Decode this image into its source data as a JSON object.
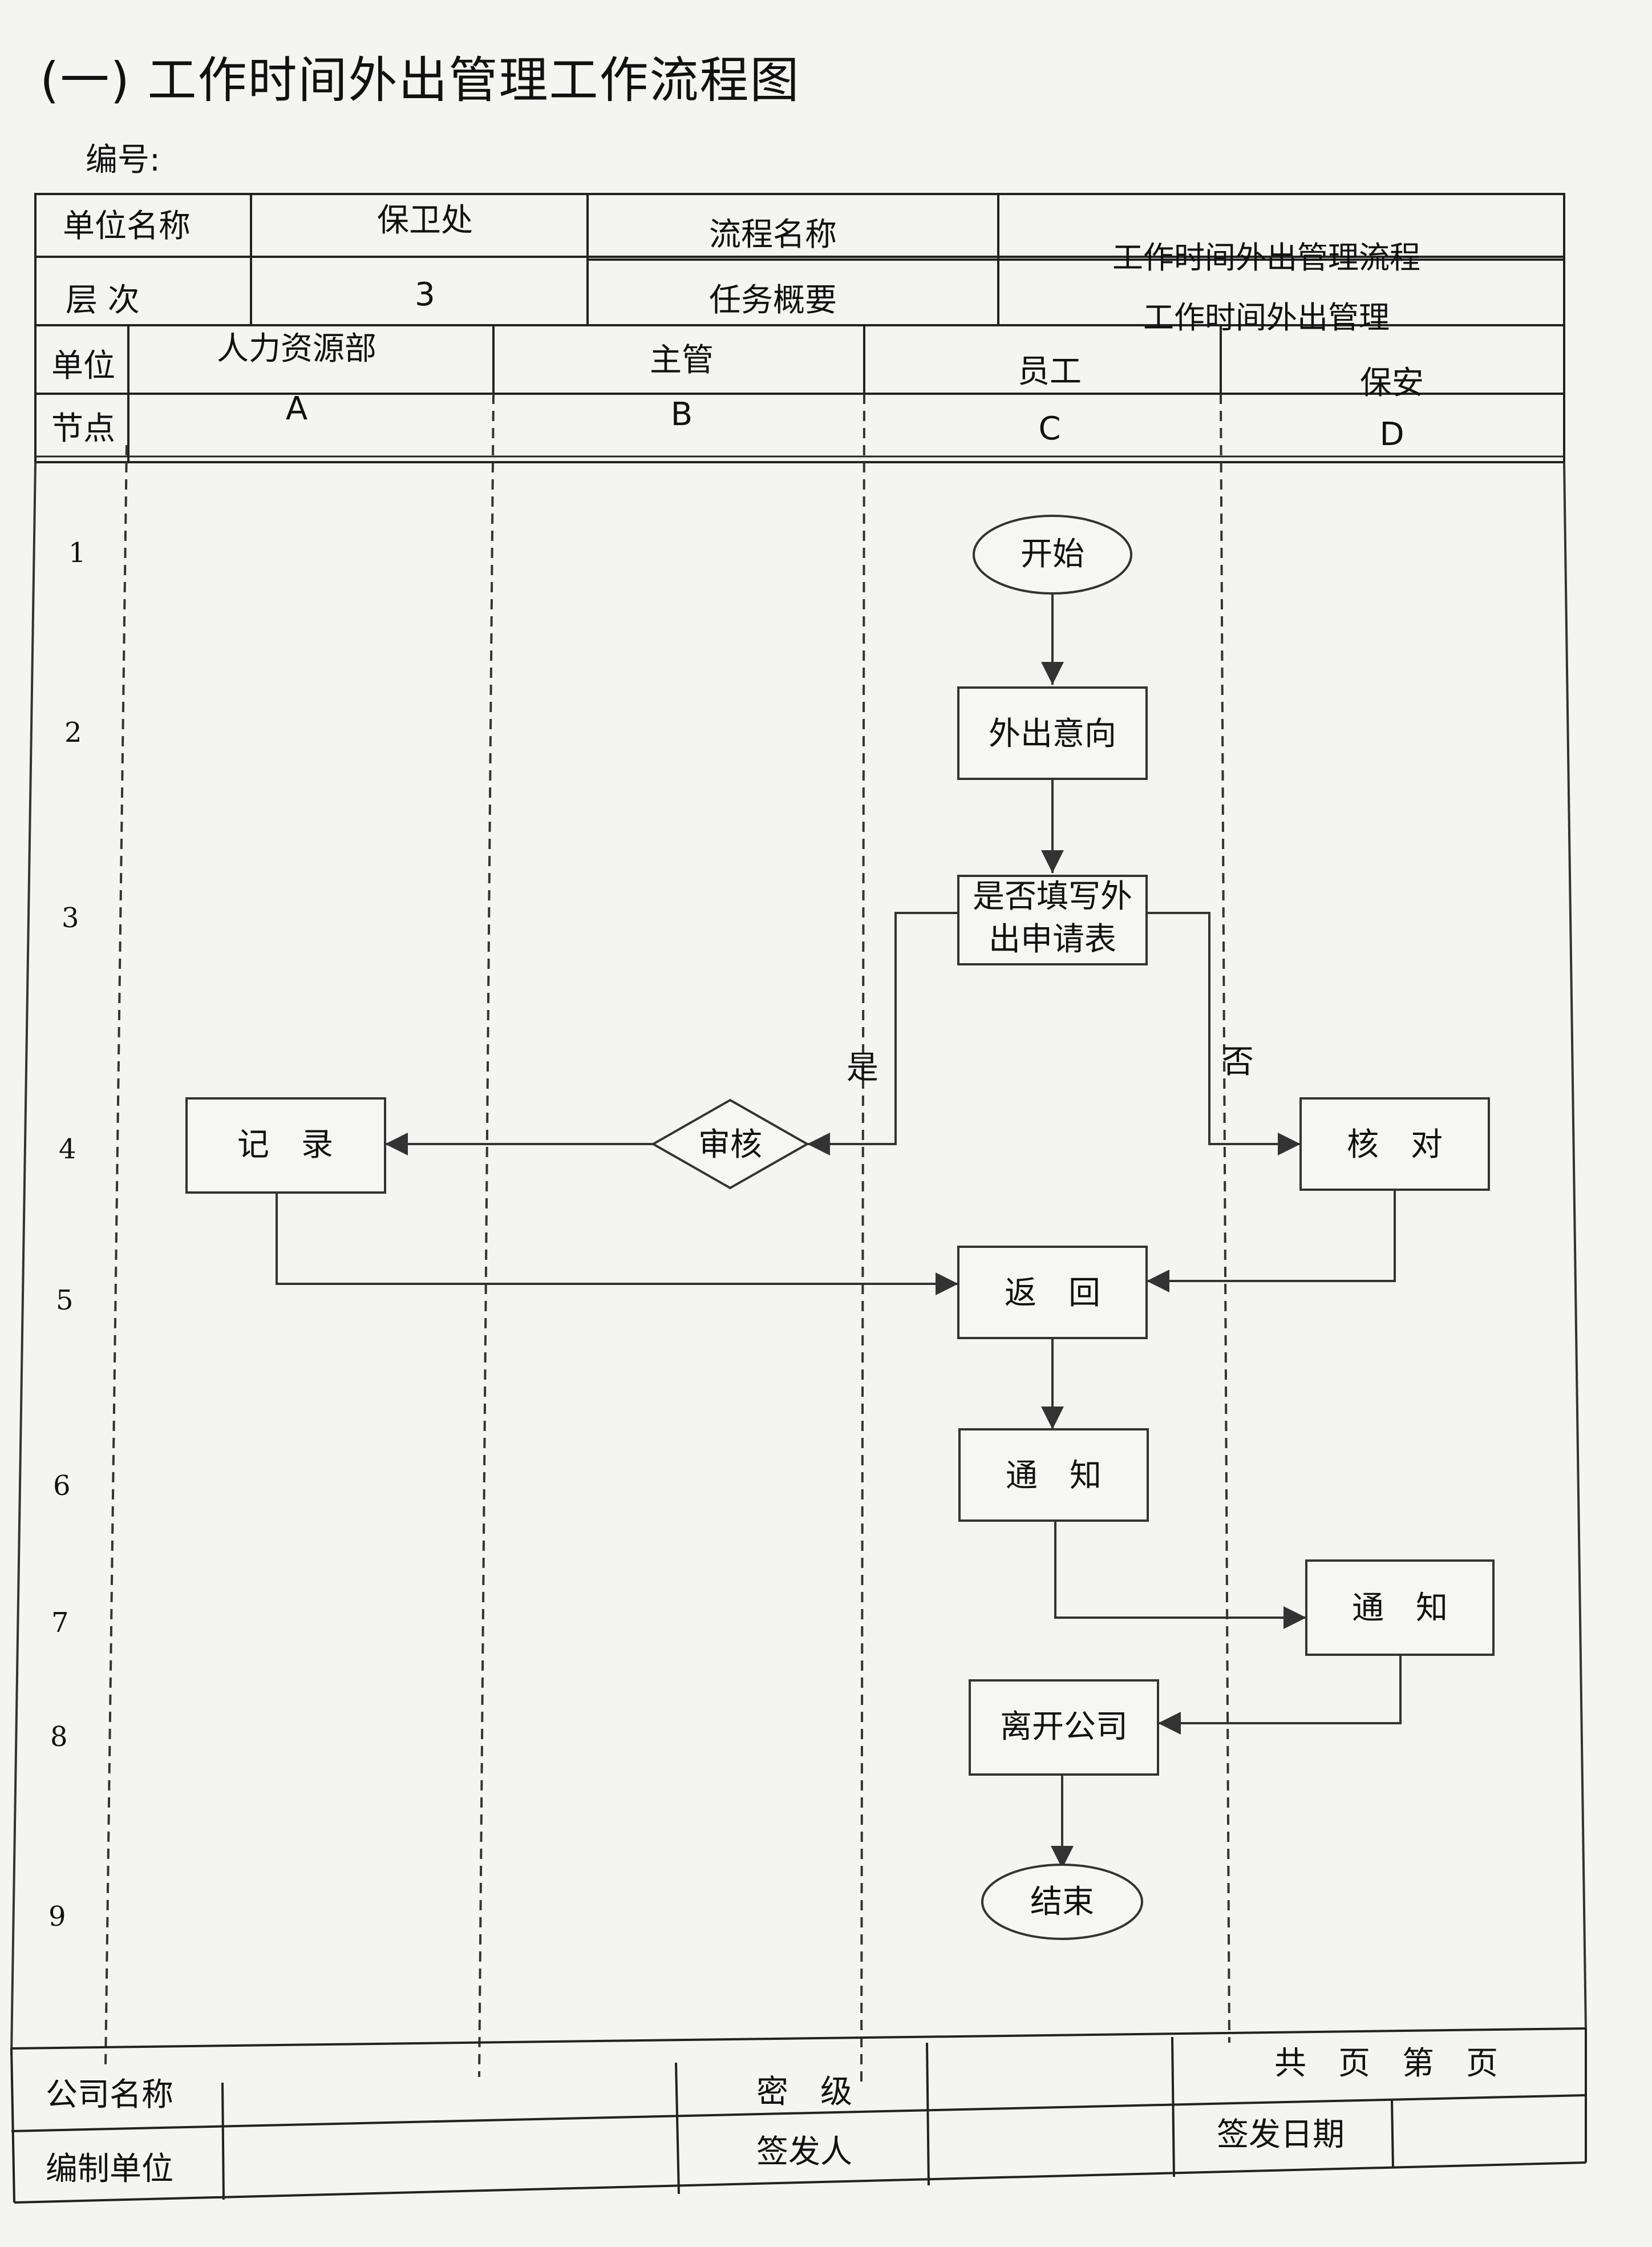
{
  "title": "(一) 工作时间外出管理工作流程图",
  "serial_label": "编号:",
  "header": {
    "unit_name_label": "单位名称",
    "unit_name_value": "保卫处",
    "process_name_label": "流程名称",
    "process_name_value": "工作时间外出管理流程",
    "level_label": "层 次",
    "level_value": "3",
    "task_summary_label": "任务概要",
    "task_summary_value": "工作时间外出管理"
  },
  "lanes": {
    "unit_label": "单位",
    "node_label": "节点",
    "columns": [
      {
        "name": "人力资源部",
        "code": "A"
      },
      {
        "name": "主管",
        "code": "B"
      },
      {
        "name": "员工",
        "code": "C"
      },
      {
        "name": "保安",
        "code": "D"
      }
    ]
  },
  "row_numbers": [
    "1",
    "2",
    "3",
    "4",
    "5",
    "6",
    "7",
    "8",
    "9"
  ],
  "nodes": {
    "start": "开始",
    "intent": "外出意向",
    "decision_line1": "是否填写外",
    "decision_line2": "出申请表",
    "review": "审核",
    "record": "记　录",
    "verify": "核　对",
    "return": "返　回",
    "notify_employee": "通　知",
    "notify_guard": "通　知",
    "leave": "离开公司",
    "end": "结束"
  },
  "edge_labels": {
    "yes": "是",
    "no": "否"
  },
  "footer": {
    "company_label": "公司名称",
    "compiler_label": "编制单位",
    "secrecy_label": "密　级",
    "issuer_label": "签发人",
    "pages_label": "共　页　第　页",
    "issue_date_label": "签发日期"
  }
}
